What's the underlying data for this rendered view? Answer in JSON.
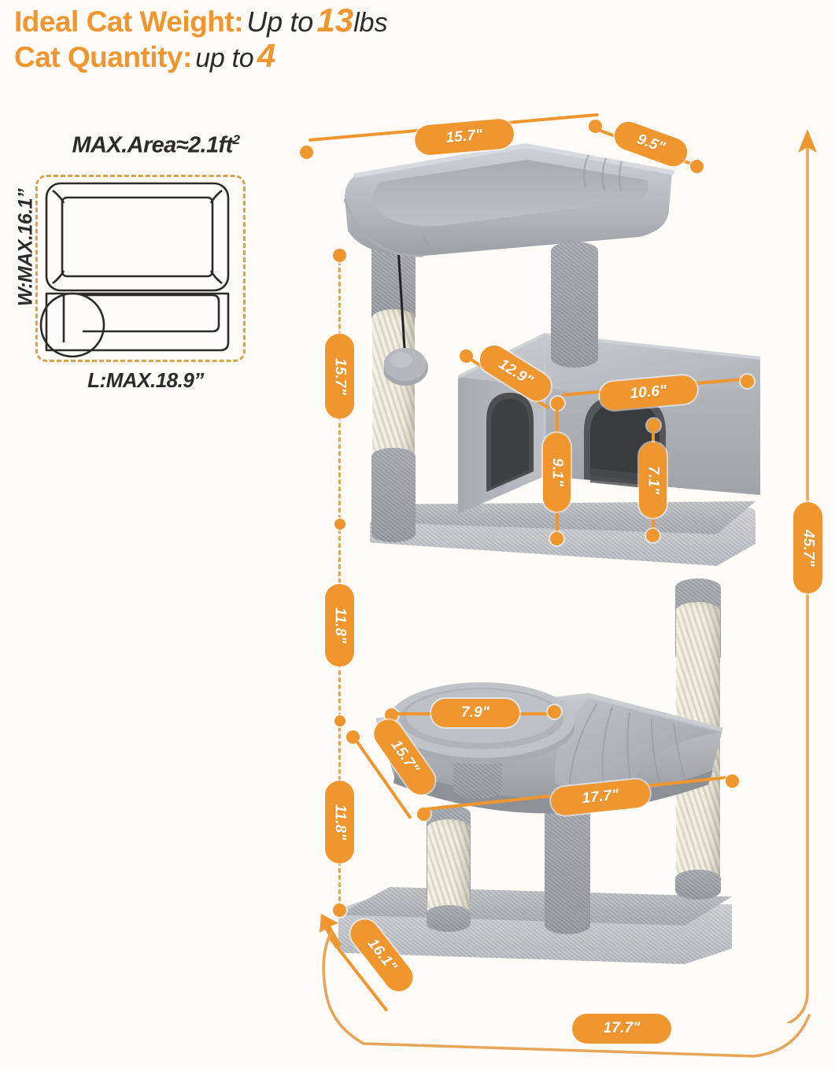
{
  "header": {
    "weight_label": "Ideal Cat Weight:",
    "weight_prefix": "Up to",
    "weight_value": "13",
    "weight_unit": "lbs",
    "quantity_label": "Cat Quantity:",
    "quantity_prefix": "up to",
    "quantity_value": "4"
  },
  "footprint": {
    "area_title": "MAX.Area≈2.1ft",
    "area_exponent": "2",
    "width_label": "W:MAX.16.1”",
    "length_label": "L:MAX.18.9”"
  },
  "dimensions": {
    "top_bed_width": "15.7\"",
    "top_bed_depth": "9.5\"",
    "condo_depth": "12.9\"",
    "condo_width": "10.6\"",
    "condo_height": "9.1\"",
    "condo_opening_height": "7.1\"",
    "bowl_diameter": "7.9\"",
    "hammock_depth": "15.7\"",
    "hammock_width": "17.7\"",
    "base_depth": "16.1\"",
    "base_width": "17.7\"",
    "left_seg_top": "15.7\"",
    "left_seg_mid": "11.8\"",
    "left_seg_bottom": "11.8\"",
    "total_height": "45.7\""
  },
  "colors": {
    "accent": "#F0962E",
    "dashed_border": "#D9A251",
    "background": "#FEFBF8",
    "plush_gray": "#ABAEB2",
    "sisal_cream": "#EAE6D8",
    "text_dark": "#2B2B2B"
  }
}
